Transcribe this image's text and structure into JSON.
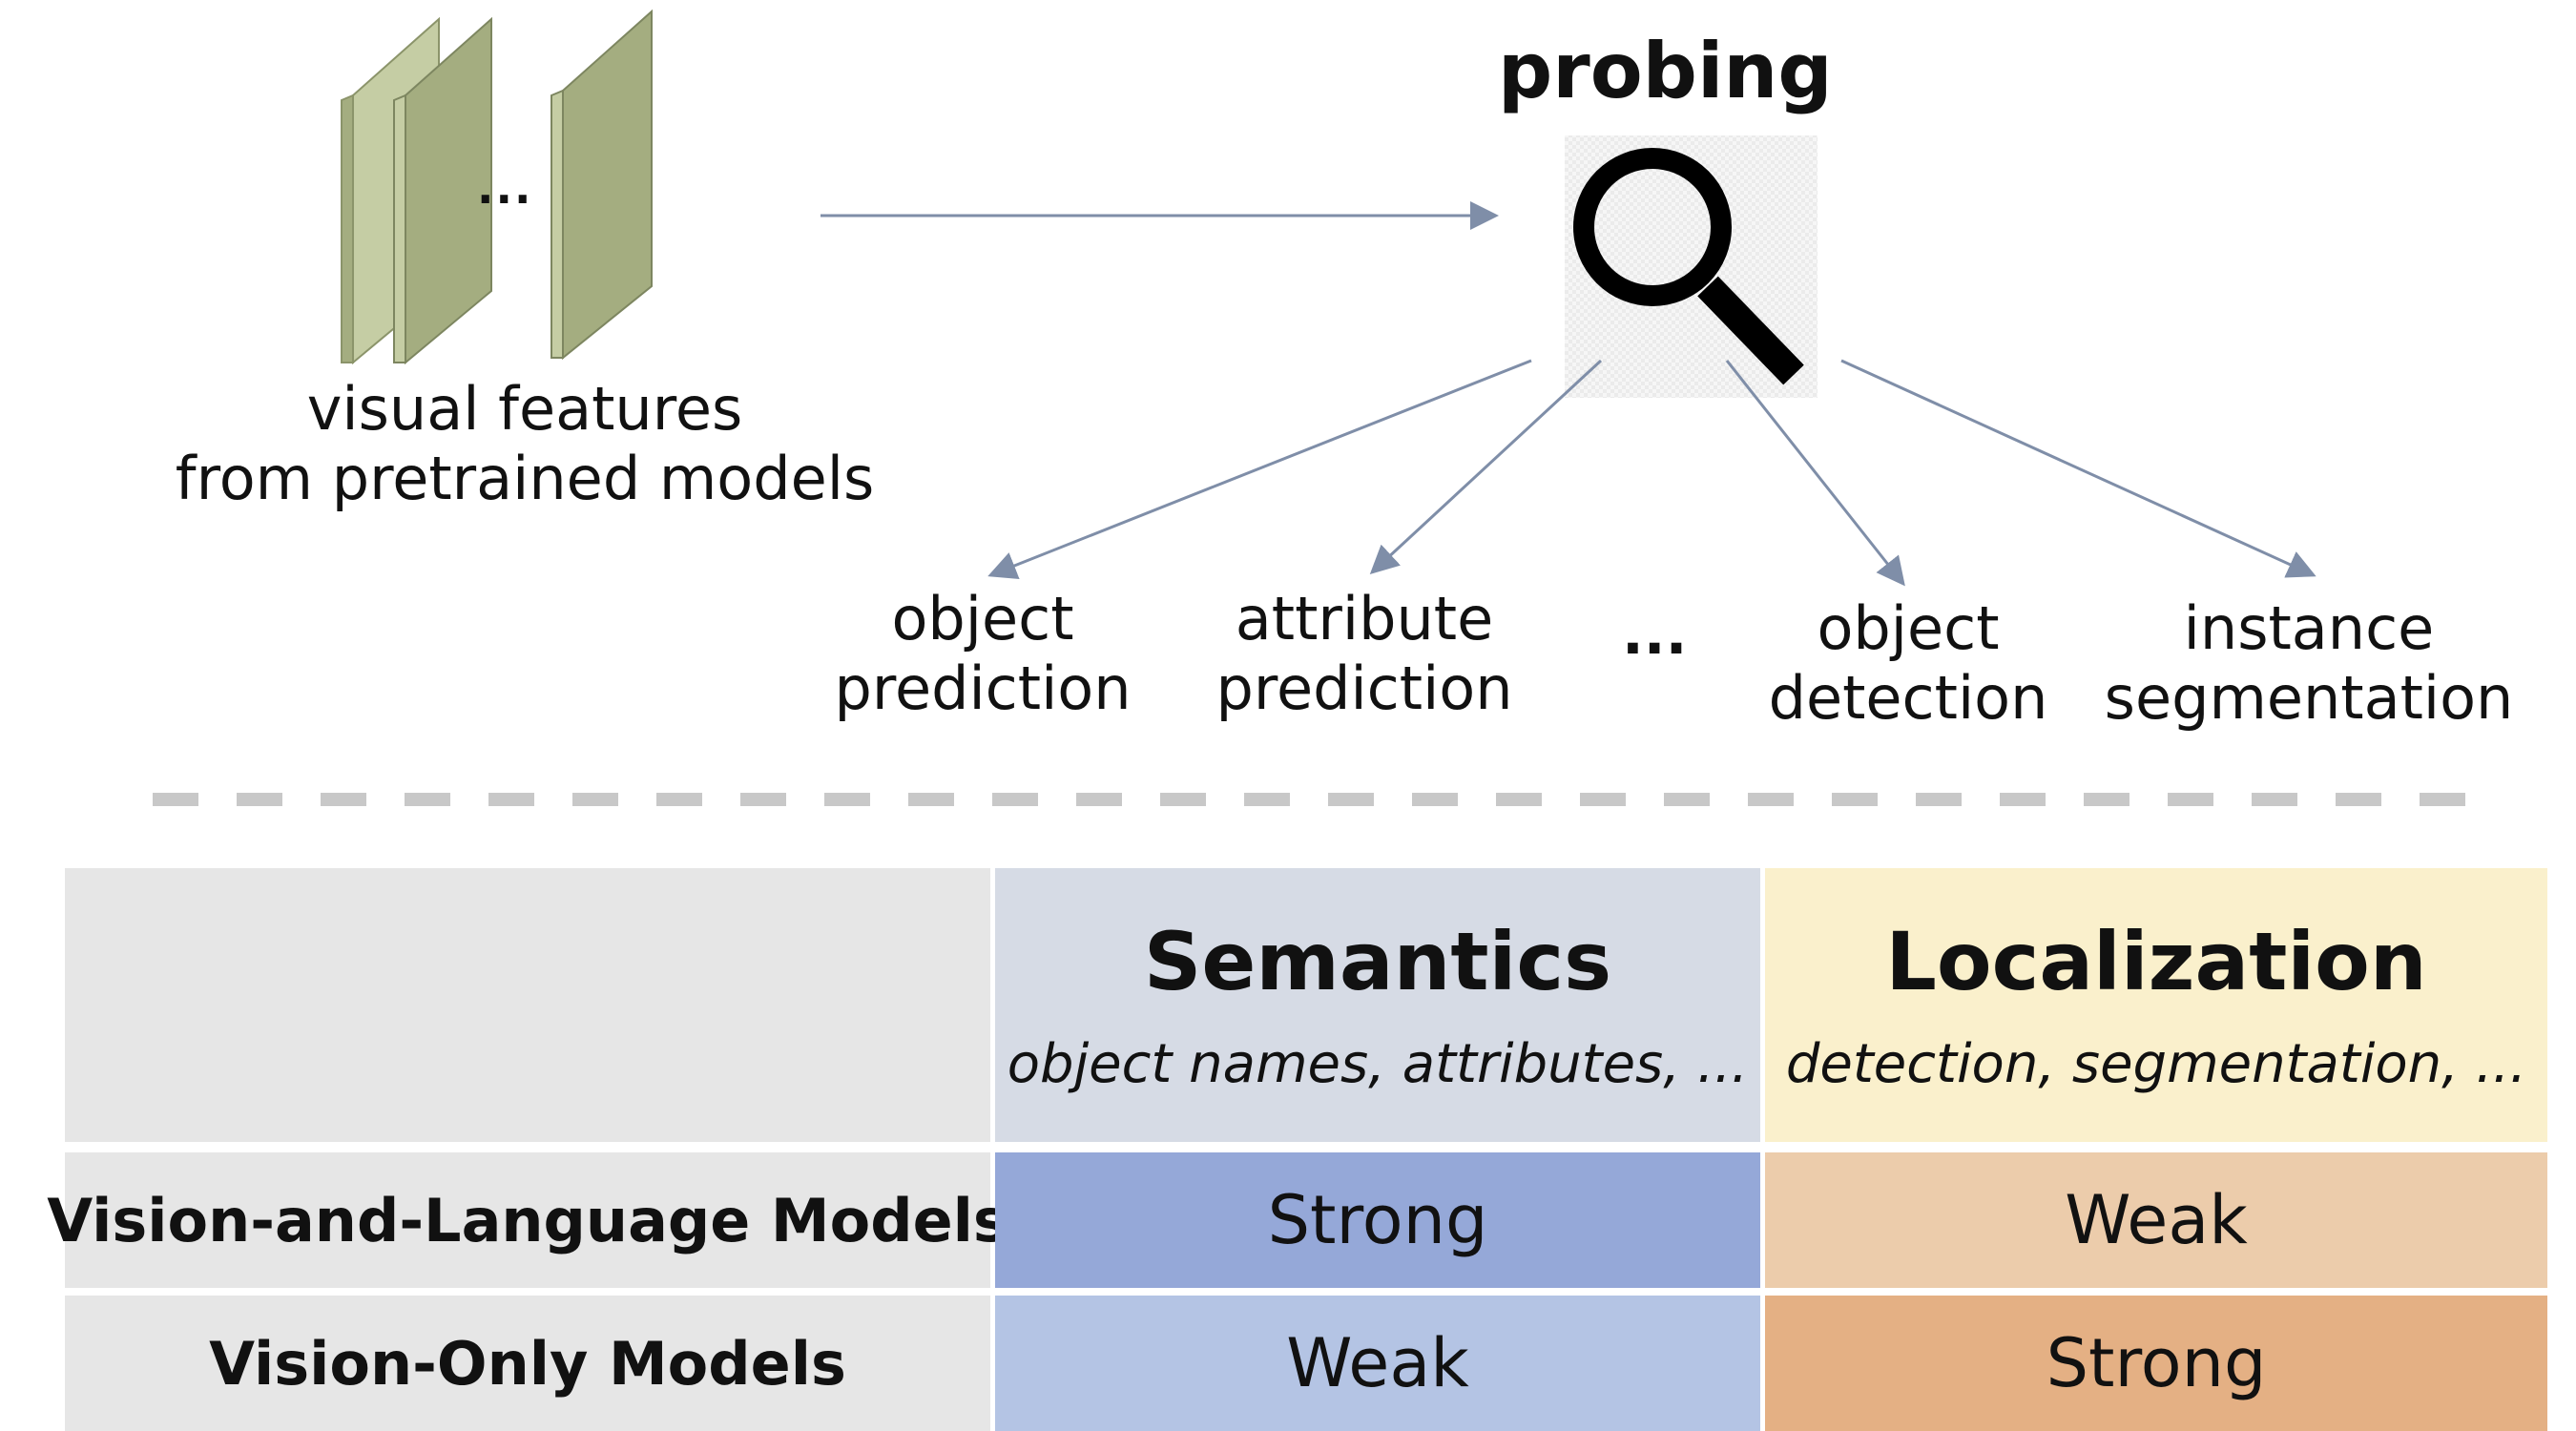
{
  "features": {
    "dots": "...",
    "label_line1": "visual features",
    "label_line2": "from pretrained models"
  },
  "probing": {
    "title": "probing",
    "icon": "magnifier-icon"
  },
  "tasks": [
    {
      "line1": "object",
      "line2": "prediction"
    },
    {
      "line1": "attribute",
      "line2": "prediction"
    },
    {
      "line1": "...",
      "line2": ""
    },
    {
      "line1": "object",
      "line2": "detection"
    },
    {
      "line1": "instance",
      "line2": "segmentation"
    }
  ],
  "table": {
    "columns": [
      {
        "title": "Semantics",
        "subtitle": "object names, attributes, ..."
      },
      {
        "title": "Localization",
        "subtitle": "detection, segmentation, ..."
      }
    ],
    "rows": [
      {
        "label": "Vision-and-Language Models",
        "values": [
          "Strong",
          "Weak"
        ]
      },
      {
        "label": "Vision-Only Models",
        "values": [
          "Weak",
          "Strong"
        ]
      }
    ]
  },
  "colors": {
    "layer_face": "#a4ad80",
    "layer_side": "#c5cda4",
    "arrow": "#7f8ea8",
    "separator": "#c8c8c8",
    "header_blank": "#e6e6e6",
    "semantics_header": "#d6dbe5",
    "localization_header": "#faf0cc",
    "row_label_bg": "#e6e6e6",
    "sem_strong": "#95a8d8",
    "sem_weak": "#b4c4e4",
    "loc_weak": "#ecccab",
    "loc_strong": "#e4b084"
  }
}
